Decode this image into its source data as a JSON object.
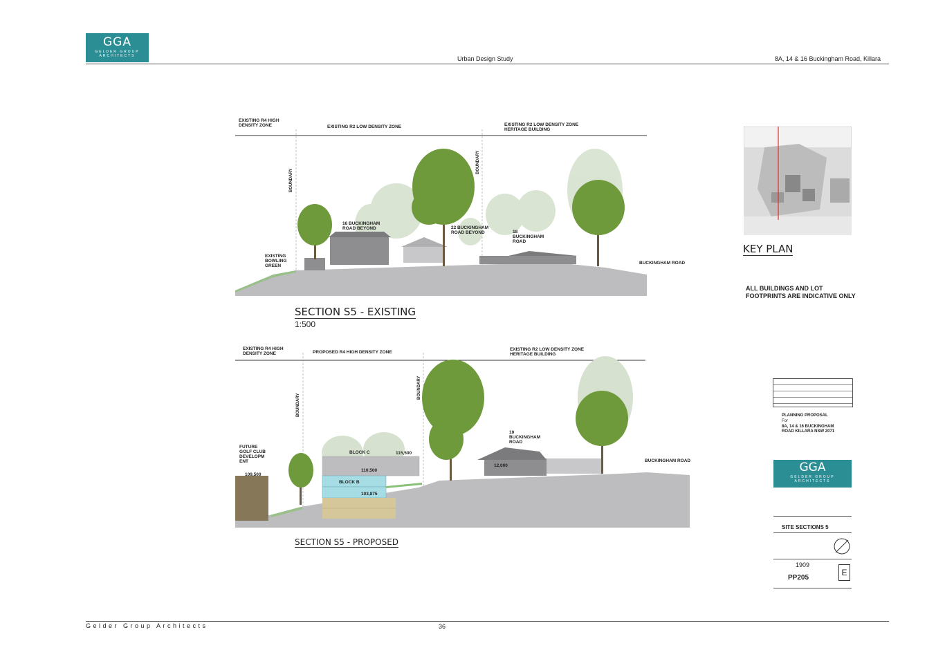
{
  "header": {
    "logo_text": "GGA",
    "logo_sub": "GELDER GROUP ARCHITECTS",
    "study": "Urban Design Study",
    "address": "8A, 14 & 16 Buckingham Road, Killara"
  },
  "existing": {
    "zone_r4": "EXISTING R4 HIGH DENSITY ZONE",
    "zone_r2": "EXISTING R2 LOW DENSITY ZONE",
    "zone_r2_heritage": "EXISTING R2 LOW DENSITY ZONE HERITAGE BUILDING",
    "boundary": "BOUNDARY",
    "bldg16": "16 BUCKINGHAM ROAD BEYOND",
    "bldg22": "22 BUCKINGHAM ROAD BEYOND",
    "bldg18": "18 BUCKINGHAM ROAD",
    "bowling": "EXISTING BOWLING GREEN",
    "road": "BUCKINGHAM ROAD",
    "title": "SECTION S5 -  EXISTING",
    "scale": "1:500"
  },
  "proposed": {
    "zone_r4": "EXISTING R4 HIGH DENSITY ZONE",
    "zone_proposed": "PROPOSED R4 HIGH DENSITY ZONE",
    "zone_r2_heritage": "EXISTING R2 LOW DENSITY ZONE HERITAGE BUILDING",
    "boundary": "BOUNDARY",
    "golf": "FUTURE GOLF CLUB DEVELOPM ENT",
    "rl_golf": "109,500",
    "block_c": "BLOCK C",
    "rl_c": "115,500",
    "rl_110": "110,500",
    "block_b": "BLOCK B",
    "rl_103": "103,875",
    "bldg10": "10 BUCKINGHAM ROAD",
    "rl_12": "12,000",
    "road": "BUCKINGHAM ROAD",
    "title": "SECTION S5 -  PROPOSED"
  },
  "keyplan": {
    "title": "KEY PLAN",
    "note": "ALL BUILDINGS AND LOT FOOTPRINTS ARE INDICATIVE ONLY"
  },
  "titleblock": {
    "project_label": "PLANNING PROPOSAL",
    "for_label": "For",
    "project_addr": "8A, 14 & 16 BUCKINGHAM ROAD KILLARA NSW 2071",
    "logo_text": "GGA",
    "logo_sub": "GELDER GROUP ARCHITECTS",
    "drawing_title": "SITE SECTIONS 5",
    "project_no": "1909",
    "drawing_no": "PP205",
    "revision": "E"
  },
  "footer": {
    "firm": "Gelder Group Architects",
    "page": "36"
  },
  "colors": {
    "brand": "#2a8e94",
    "ground": "#bdbdc0",
    "building": "#8e8e90",
    "tree": "#6f9a3c",
    "tree_faded": "#c9d8c0",
    "block_b": "#a6dce4",
    "podium": "#d5c79a",
    "golf": "#857757"
  }
}
